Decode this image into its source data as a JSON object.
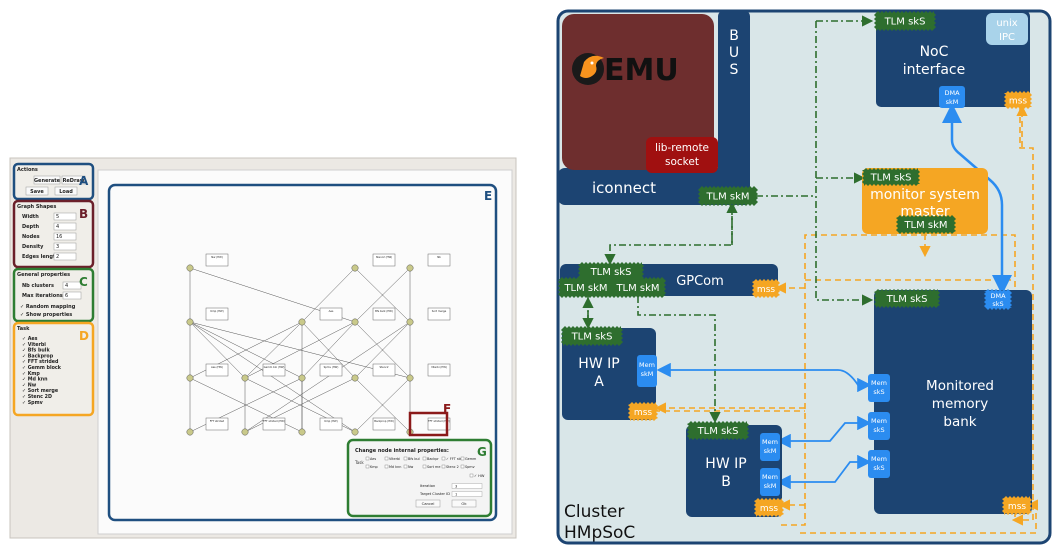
{
  "left_panel": {
    "actions": {
      "title": "Actions",
      "generate": "Generate",
      "redraw": "ReDraw",
      "save": "Save",
      "load": "Load"
    },
    "graph_shapes": {
      "title": "Graph Shapes",
      "rows": [
        {
          "label": "Width",
          "value": "5"
        },
        {
          "label": "Depth",
          "value": "4"
        },
        {
          "label": "Nodes",
          "value": "16"
        },
        {
          "label": "Density",
          "value": "3"
        },
        {
          "label": "Edges length",
          "value": "2"
        }
      ]
    },
    "general": {
      "title": "General properties",
      "rows": [
        {
          "label": "Nb clusters",
          "value": "4"
        },
        {
          "label": "Max iterations",
          "value": "6"
        }
      ],
      "checks": [
        "✓ Random mapping",
        "✓ Show properties"
      ]
    },
    "tasks": {
      "title": "Task",
      "items": [
        "✓ Aes",
        "✓ Viterbi",
        "✓ Bfs bulk",
        "✓ Backprop",
        "✓ FFT strided",
        "✓ Gemm block",
        "✓ Kmp",
        "✓ Md knn",
        "✓ Nw",
        "✓ Sort merge",
        "✓ Stenc 2D",
        "✓ Spmv"
      ]
    },
    "dialog": {
      "title": "Change node internal properties:",
      "task_label": "Task",
      "options_row1": [
        "Aes",
        "Viterbi",
        "Bfs bul",
        "Backpr",
        "✓ FFT str",
        "Gemm"
      ],
      "options_row2": [
        "Kmp",
        "Md knn",
        "Nw",
        "Sort me",
        "Stenc 2",
        "Spmv"
      ],
      "hw": "✓ HW",
      "iteration_label": "Iteration",
      "iteration_value": "3",
      "target_label": "Target Cluster ID",
      "target_value": "1",
      "cancel": "Cancel",
      "ok": "Ok"
    },
    "callouts": {
      "a": "A",
      "b": "B",
      "c": "C",
      "d": "D",
      "e": "E",
      "f": "F",
      "g": "G"
    },
    "nodes": [
      {
        "label": "Nw (HW)"
      },
      {
        "label": "Stenc2 (HW)"
      },
      {
        "label": "Nb"
      },
      {
        "label": "Kmp (HW)"
      },
      {
        "label": "Aes"
      },
      {
        "label": "Bfs bulk (HW)"
      },
      {
        "label": "Sort merge"
      },
      {
        "label": "Aes (HW)"
      },
      {
        "label": "Gemm blo (HW)"
      },
      {
        "label": "Spmv (HW)"
      },
      {
        "label": "Stenc2"
      },
      {
        "label": "Viterbi (HW)"
      },
      {
        "label": "FFT strided"
      },
      {
        "label": "FFT strided (HW)"
      },
      {
        "label": "Kmp (HW)"
      },
      {
        "label": "Backprop (HW)"
      },
      {
        "label": "FFT strided (HW)"
      }
    ]
  },
  "right_diagram": {
    "qemu_text": "EMU",
    "bus_letters": [
      "B",
      "U",
      "S"
    ],
    "iconnect": "iconnect",
    "lib_remote": [
      "lib-remote",
      "socket"
    ],
    "tlm_skm": "TLM skM",
    "tlm_sks": "TLM skS",
    "noc_interface": [
      "NoC",
      "interface"
    ],
    "unix_ipc": [
      "unix",
      "IPC"
    ],
    "dma_skm": [
      "DMA",
      "skM"
    ],
    "dma_sks": [
      "DMA",
      "skS"
    ],
    "mss": "mss",
    "monitor": [
      "monitor system",
      "master"
    ],
    "gpcom": "GPCom",
    "hw_ip_a": [
      "HW IP",
      "A"
    ],
    "hw_ip_b": [
      "HW IP",
      "B"
    ],
    "mem_skm": [
      "Mem",
      "skM"
    ],
    "mem_sks": [
      "Mem",
      "skS"
    ],
    "monitored": [
      "Monitored",
      "memory",
      "bank"
    ],
    "cluster": [
      "Cluster",
      "HMpSoC"
    ]
  }
}
